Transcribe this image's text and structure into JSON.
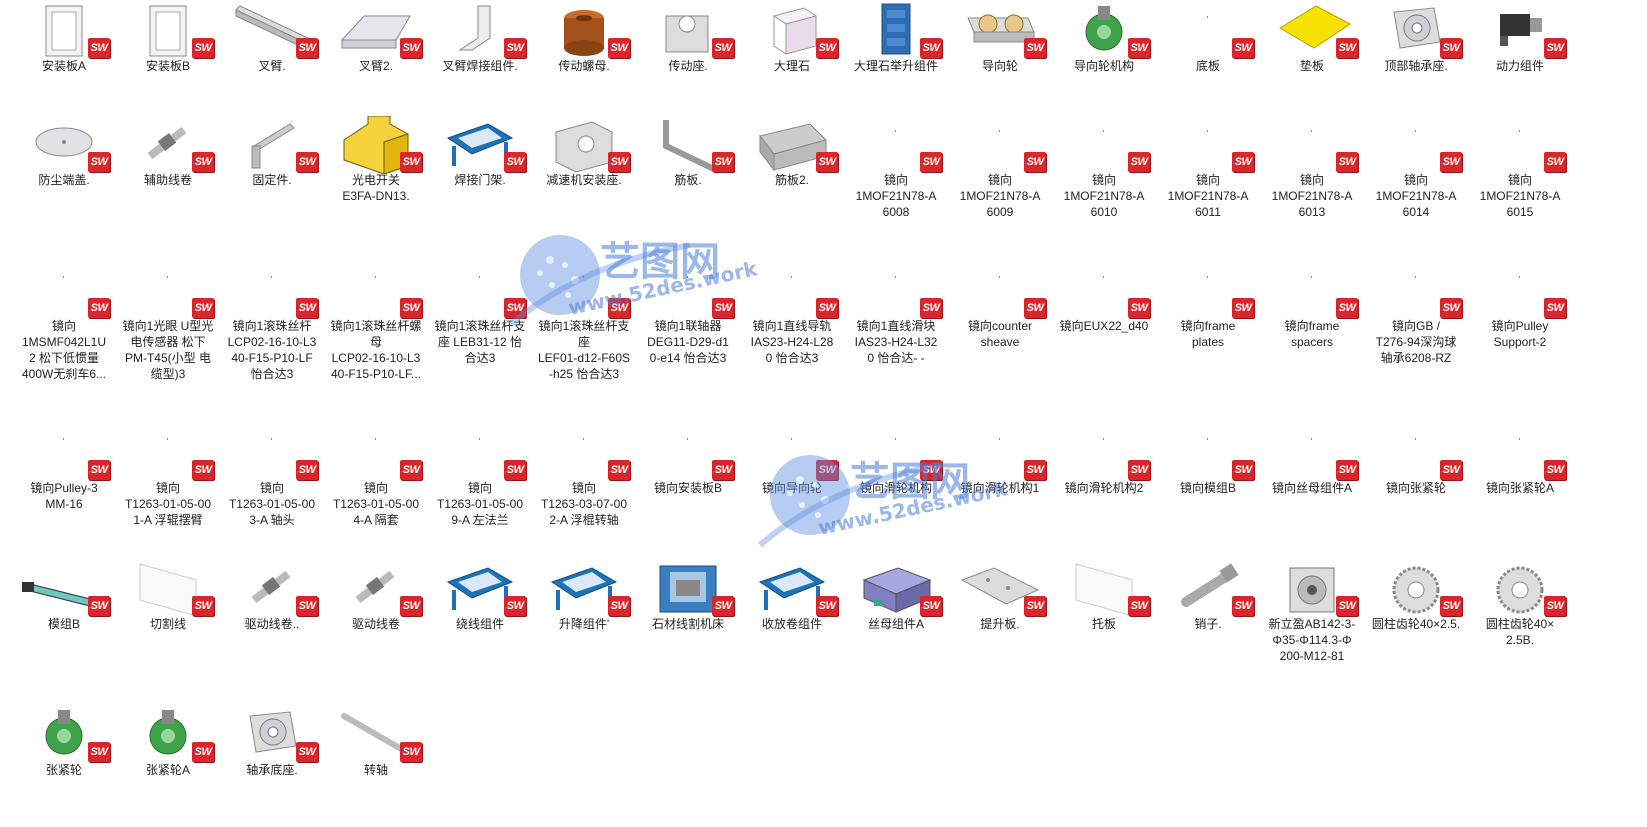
{
  "files": [
    {
      "label": "安装板A",
      "icon": "mounting-plate-thumb",
      "row": 0,
      "col": 0
    },
    {
      "label": "安装板B",
      "icon": "mounting-plate-thumb",
      "row": 0,
      "col": 1
    },
    {
      "label": "叉臂.",
      "icon": "rail-thumb",
      "row": 0,
      "col": 2
    },
    {
      "label": "叉臂2.",
      "icon": "bent-plate-thumb",
      "row": 0,
      "col": 3
    },
    {
      "label": "叉臂焊接组件.",
      "icon": "weld-arm-thumb",
      "row": 0,
      "col": 4
    },
    {
      "label": "传动螺母.",
      "icon": "nut-thumb",
      "row": 0,
      "col": 5
    },
    {
      "label": "传动座.",
      "icon": "block-thumb",
      "row": 0,
      "col": 6
    },
    {
      "label": "大理石",
      "icon": "box-thumb",
      "row": 0,
      "col": 7
    },
    {
      "label": "大理石举升组件",
      "icon": "frame-thumb",
      "row": 0,
      "col": 8
    },
    {
      "label": "导向轮",
      "icon": "guide-wheel-thumb",
      "row": 0,
      "col": 9
    },
    {
      "label": "导向轮机构",
      "icon": "green-wheel-thumb",
      "row": 0,
      "col": 10
    },
    {
      "label": "底板",
      "icon": "empty-thumb",
      "row": 0,
      "col": 11
    },
    {
      "label": "垫板",
      "icon": "yellow-plate-thumb",
      "row": 0,
      "col": 12
    },
    {
      "label": "顶部轴承座.",
      "icon": "bearing-thumb",
      "row": 0,
      "col": 13
    },
    {
      "label": "动力组件",
      "icon": "motor-thumb",
      "row": 0,
      "col": 14
    },
    {
      "label": "防尘端盖.",
      "icon": "disc-thumb",
      "row": 1,
      "col": 0
    },
    {
      "label": "辅助线卷",
      "icon": "spool-thumb",
      "row": 1,
      "col": 1
    },
    {
      "label": "固定件.",
      "icon": "bracket-thumb",
      "row": 1,
      "col": 2
    },
    {
      "label": "光电开关\nE3FA-DN13.",
      "icon": "yellow-block-thumb",
      "row": 1,
      "col": 3
    },
    {
      "label": "焊接门架.",
      "icon": "blue-frame-thumb",
      "row": 1,
      "col": 4
    },
    {
      "label": "减速机安装座.",
      "icon": "gear-mount-thumb",
      "row": 1,
      "col": 5
    },
    {
      "label": "筋板.",
      "icon": "rib-thumb",
      "row": 1,
      "col": 6
    },
    {
      "label": "筋板2.",
      "icon": "rib-box-thumb",
      "row": 1,
      "col": 7
    },
    {
      "label": "镜向\n1MOF21N78-A\n6008",
      "icon": "empty-thumb",
      "row": 1,
      "col": 8
    },
    {
      "label": "镜向\n1MOF21N78-A\n6009",
      "icon": "empty-thumb",
      "row": 1,
      "col": 9
    },
    {
      "label": "镜向\n1MOF21N78-A\n6010",
      "icon": "empty-thumb",
      "row": 1,
      "col": 10
    },
    {
      "label": "镜向\n1MOF21N78-A\n6011",
      "icon": "empty-thumb",
      "row": 1,
      "col": 11
    },
    {
      "label": "镜向\n1MOF21N78-A\n6013",
      "icon": "empty-thumb",
      "row": 1,
      "col": 12
    },
    {
      "label": "镜向\n1MOF21N78-A\n6014",
      "icon": "empty-thumb",
      "row": 1,
      "col": 13
    },
    {
      "label": "镜向\n1MOF21N78-A\n6015",
      "icon": "empty-thumb",
      "row": 1,
      "col": 14
    },
    {
      "label": "镜向\n1MSMF042L1U\n2 松下低惯量\n400W无刹车6...",
      "icon": "empty-thumb",
      "row": 2,
      "col": 0
    },
    {
      "label": "镜向1光眼 U型光\n电传感器 松下\nPM-T45(小型 电\n缆型)3",
      "icon": "empty-thumb",
      "row": 2,
      "col": 1
    },
    {
      "label": "镜向1滚珠丝杆\nLCP02-16-10-L3\n40-F15-P10-LF\n怡合达3",
      "icon": "empty-thumb",
      "row": 2,
      "col": 2
    },
    {
      "label": "镜向1滚珠丝杆螺\n母\nLCP02-16-10-L3\n40-F15-P10-LF...",
      "icon": "empty-thumb",
      "row": 2,
      "col": 3
    },
    {
      "label": "镜向1滚珠丝杆支\n座 LEB31-12 怡\n合达3",
      "icon": "empty-thumb",
      "row": 2,
      "col": 4
    },
    {
      "label": "镜向1滚珠丝杆支\n座\nLEF01-d12-F60S\n-h25 怡合达3",
      "icon": "empty-thumb",
      "row": 2,
      "col": 5
    },
    {
      "label": "镜向1联轴器\nDEG11-D29-d1\n0-e14 怡合达3",
      "icon": "empty-thumb",
      "row": 2,
      "col": 6
    },
    {
      "label": "镜向1直线导轨\nIAS23-H24-L28\n0 怡合达3",
      "icon": "empty-thumb",
      "row": 2,
      "col": 7
    },
    {
      "label": "镜向1直线滑块\nIAS23-H24-L32\n0 怡合达- -",
      "icon": "empty-thumb",
      "row": 2,
      "col": 8
    },
    {
      "label": "镜向counter\nsheave",
      "icon": "empty-thumb",
      "row": 2,
      "col": 9
    },
    {
      "label": "镜向EUX22_d40",
      "icon": "empty-thumb",
      "row": 2,
      "col": 10
    },
    {
      "label": "镜向frame\nplates",
      "icon": "empty-thumb",
      "row": 2,
      "col": 11
    },
    {
      "label": "镜向frame\nspacers",
      "icon": "empty-thumb",
      "row": 2,
      "col": 12
    },
    {
      "label": "镜向GB /\nT276-94深沟球\n轴承6208-RZ",
      "icon": "empty-thumb",
      "row": 2,
      "col": 13
    },
    {
      "label": "镜向Pulley\nSupport-2",
      "icon": "empty-thumb",
      "row": 2,
      "col": 14
    },
    {
      "label": "镜向Pulley-3\nMM-16",
      "icon": "empty-thumb",
      "row": 3,
      "col": 0
    },
    {
      "label": "镜向\nT1263-01-05-00\n1-A 浮辊摆臂",
      "icon": "empty-thumb",
      "row": 3,
      "col": 1
    },
    {
      "label": "镜向\nT1263-01-05-00\n3-A 轴头",
      "icon": "empty-thumb",
      "row": 3,
      "col": 2
    },
    {
      "label": "镜向\nT1263-01-05-00\n4-A 隔套",
      "icon": "empty-thumb",
      "row": 3,
      "col": 3
    },
    {
      "label": "镜向\nT1263-01-05-00\n9-A 左法兰",
      "icon": "empty-thumb",
      "row": 3,
      "col": 4
    },
    {
      "label": "镜向\nT1263-03-07-00\n2-A 浮棍转轴",
      "icon": "empty-thumb",
      "row": 3,
      "col": 5
    },
    {
      "label": "镜向安装板B",
      "icon": "empty-thumb",
      "row": 3,
      "col": 6
    },
    {
      "label": "镜向导向轮",
      "icon": "empty-thumb",
      "row": 3,
      "col": 7
    },
    {
      "label": "镜向滑轮机构",
      "icon": "empty-thumb",
      "row": 3,
      "col": 8
    },
    {
      "label": "镜向滑轮机构1",
      "icon": "empty-thumb",
      "row": 3,
      "col": 9
    },
    {
      "label": "镜向滑轮机构2",
      "icon": "empty-thumb",
      "row": 3,
      "col": 10
    },
    {
      "label": "镜向模组B",
      "icon": "empty-thumb",
      "row": 3,
      "col": 11
    },
    {
      "label": "镜向丝母组件A",
      "icon": "empty-thumb",
      "row": 3,
      "col": 12
    },
    {
      "label": "镜向张紧轮",
      "icon": "empty-thumb",
      "row": 3,
      "col": 13
    },
    {
      "label": "镜向张紧轮A",
      "icon": "empty-thumb",
      "row": 3,
      "col": 14
    },
    {
      "label": "模组B",
      "icon": "module-thumb",
      "row": 4,
      "col": 0
    },
    {
      "label": "切割线",
      "icon": "sheet-thumb",
      "row": 4,
      "col": 1
    },
    {
      "label": "驱动线卷..",
      "icon": "spool-thumb",
      "row": 4,
      "col": 2
    },
    {
      "label": "驱动线卷",
      "icon": "spool-thumb",
      "row": 4,
      "col": 3
    },
    {
      "label": "绕线组件",
      "icon": "blue-frame-thumb",
      "row": 4,
      "col": 4
    },
    {
      "label": "升降组件'",
      "icon": "blue-frame-thumb",
      "row": 4,
      "col": 5
    },
    {
      "label": "石材线割机床",
      "icon": "machine-thumb",
      "row": 4,
      "col": 6
    },
    {
      "label": "收放卷组件",
      "icon": "blue-frame-thumb",
      "row": 4,
      "col": 7
    },
    {
      "label": "丝母组件A",
      "icon": "purple-box-thumb",
      "row": 4,
      "col": 8
    },
    {
      "label": "提升板.",
      "icon": "plate-thumb",
      "row": 4,
      "col": 9
    },
    {
      "label": "托板",
      "icon": "sheet-thumb",
      "row": 4,
      "col": 10
    },
    {
      "label": "销子.",
      "icon": "pin-thumb",
      "row": 4,
      "col": 11
    },
    {
      "label": "新立盈AB142-3-\nΦ35-Φ114.3-Φ\n200-M12-81",
      "icon": "gearbox-thumb",
      "row": 4,
      "col": 12
    },
    {
      "label": "圆柱齿轮40×2.5.",
      "icon": "gear-thumb",
      "row": 4,
      "col": 13
    },
    {
      "label": "圆柱齿轮40×\n2.5B.",
      "icon": "gear-thumb",
      "row": 4,
      "col": 14
    },
    {
      "label": "张紧轮",
      "icon": "green-wheel-thumb",
      "row": 5,
      "col": 0
    },
    {
      "label": "张紧轮A",
      "icon": "green-wheel-thumb",
      "row": 5,
      "col": 1
    },
    {
      "label": "轴承底座.",
      "icon": "bearing-thumb",
      "row": 5,
      "col": 2
    },
    {
      "label": "转轴",
      "icon": "rod-thumb",
      "row": 5,
      "col": 3
    }
  ],
  "badge_text": "SW",
  "watermark": {
    "name": "艺图网",
    "url": "www.52des.work"
  }
}
